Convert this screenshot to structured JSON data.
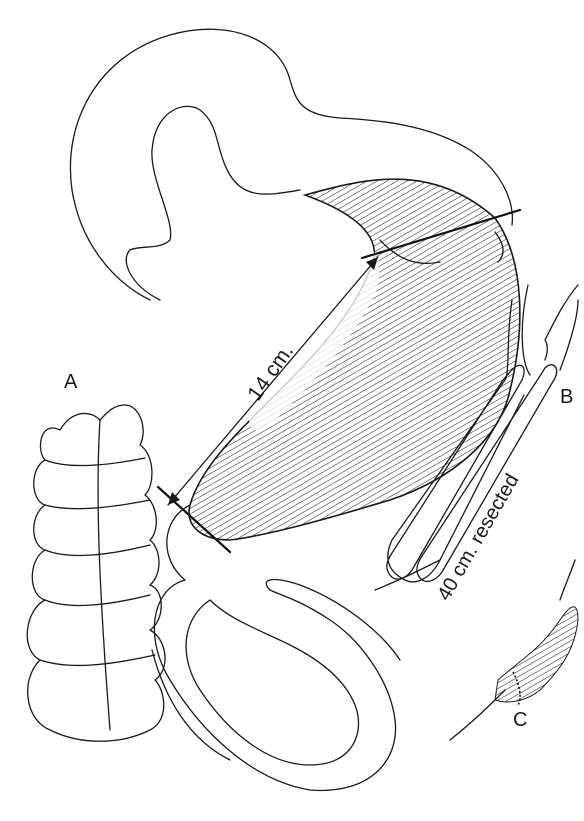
{
  "labels": {
    "a": "A",
    "b": "B",
    "c": "C",
    "measurement": "14 cm.",
    "resection": "40 cm. resected"
  },
  "colors": {
    "ink": "#1a1a1a",
    "background": "#ffffff"
  }
}
